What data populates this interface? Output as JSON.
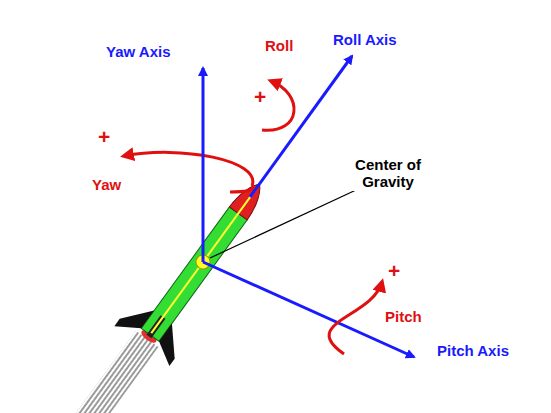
{
  "diagram": {
    "labels": [
      "Yaw Axis",
      "Roll",
      "Roll Axis",
      "+",
      "+",
      "Yaw",
      "Center of Gravity",
      "+",
      "Pitch",
      "Pitch Axis"
    ]
  }
}
